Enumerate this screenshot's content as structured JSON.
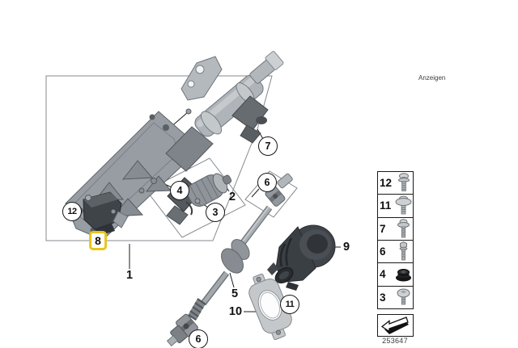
{
  "header": {
    "anzeigen_label": "Anzeigen"
  },
  "callouts": {
    "c1": "1",
    "c2": "2",
    "c3": "3",
    "c4": "4",
    "c5": "5",
    "c6_upper": "6",
    "c6_lower": "6",
    "c7": "7",
    "c8": "8",
    "c9": "9",
    "c10": "10",
    "c11": "11",
    "c12": "12"
  },
  "highlight": {
    "selected_callout": "8",
    "color": "#E9C51C"
  },
  "legend": {
    "rows": [
      {
        "num": "12",
        "icon": "pan-head-screw-icon"
      },
      {
        "num": "11",
        "icon": "washer-head-screw-icon"
      },
      {
        "num": "7",
        "icon": "collar-screw-icon"
      },
      {
        "num": "6",
        "icon": "hex-bolt-icon"
      },
      {
        "num": "4",
        "icon": "rubber-grommet-icon"
      },
      {
        "num": "3",
        "icon": "dome-head-screw-icon"
      }
    ],
    "footer": {
      "icon": "page-turn-arrow-icon"
    }
  },
  "footer": {
    "diagram_code": "253647"
  },
  "colors": {
    "outline_gray": "#85898d",
    "leader_black": "#1c1c1c",
    "part_gray": "#9aa0a5"
  }
}
